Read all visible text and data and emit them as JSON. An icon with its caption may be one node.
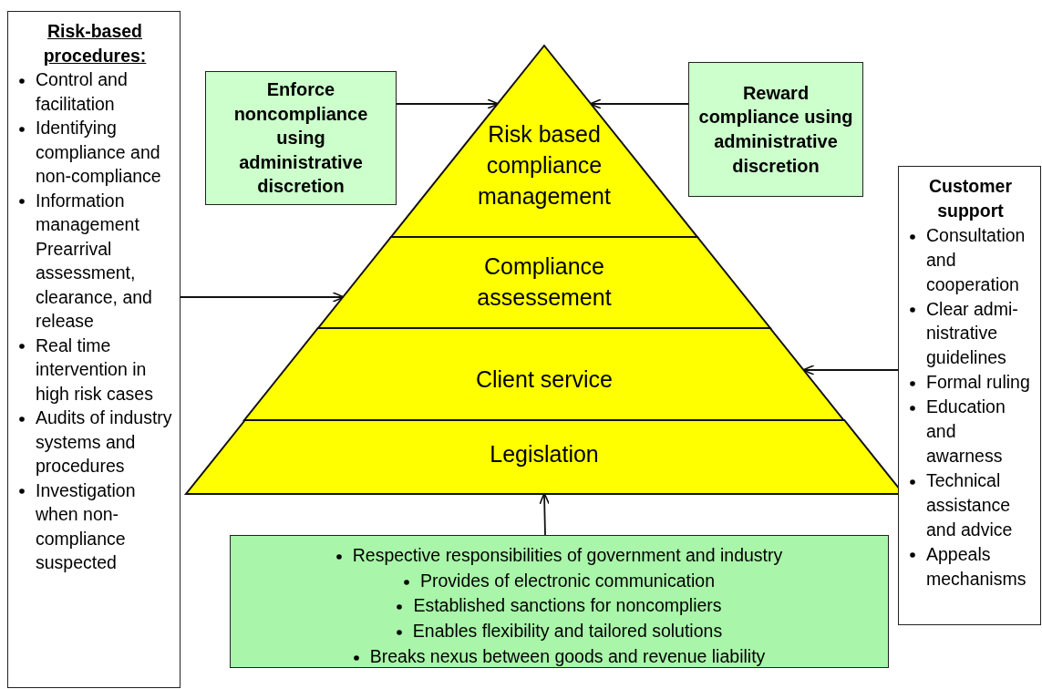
{
  "diagram": {
    "nodes": [
      {
        "text": [
          "Risk-based procedures:",
          "Control and facilitation",
          "Identifying compliance and non-compliance",
          "Information management Prearrival assessment, clearance, and release",
          "Real time intervention in high risk cases",
          "Audits of industry systems and procedures",
          "Investigation when non-compliance suspected"
        ]
      },
      {
        "text": [
          "Enforce noncompliance using administrative discretion"
        ]
      },
      {
        "text": [
          "Reward compliance using administrative discretion"
        ]
      },
      {
        "text": [
          "Risk based compliance management"
        ]
      },
      {
        "text": [
          "Compliance assessement"
        ]
      },
      {
        "text": [
          "Client service"
        ]
      },
      {
        "text": [
          "Legislation"
        ]
      },
      {
        "text": [
          "Customer support",
          "Consultation and cooperation",
          "Clear admi-nistrative guidelines",
          "Formal ruling",
          "Education and awarness",
          "Technical assistance and advice",
          "Appeals mechanisms"
        ]
      },
      {
        "text": [
          "Respective responsibilities of government and industry",
          "Provides of electronic communication",
          "Established sanctions for noncompliers",
          "Enables flexibility  and tailored solutions",
          "Breaks nexus between goods and revenue liability"
        ]
      }
    ],
    "edges": [
      {
        "from": 1,
        "to": 3,
        "arrow": "to"
      },
      {
        "from": 2,
        "to": 3,
        "arrow": "to"
      },
      {
        "from": 0,
        "to": 4,
        "arrow": "to"
      },
      {
        "from": 7,
        "to": 5,
        "arrow": "to"
      },
      {
        "from": 8,
        "to": 6,
        "arrow": "to"
      }
    ]
  }
}
